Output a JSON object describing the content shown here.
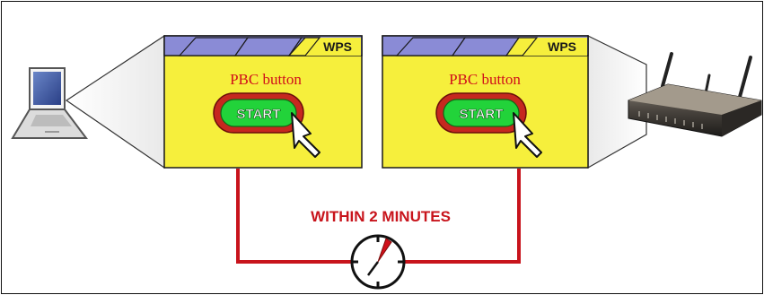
{
  "panels": [
    {
      "tab_label": "WPS",
      "caption": "PBC button",
      "button_label": "START"
    },
    {
      "tab_label": "WPS",
      "caption": "PBC button",
      "button_label": "START"
    }
  ],
  "timer_label": "WITHIN 2 MINUTES",
  "colors": {
    "panel_fill": "#f6ef3c",
    "tab_bar": "#8a8bd6",
    "caption": "#d0101a",
    "button_fill": "#22d33a",
    "button_ring": "#c6281f",
    "wire": "#c8141c",
    "timer_text": "#c8141c"
  }
}
